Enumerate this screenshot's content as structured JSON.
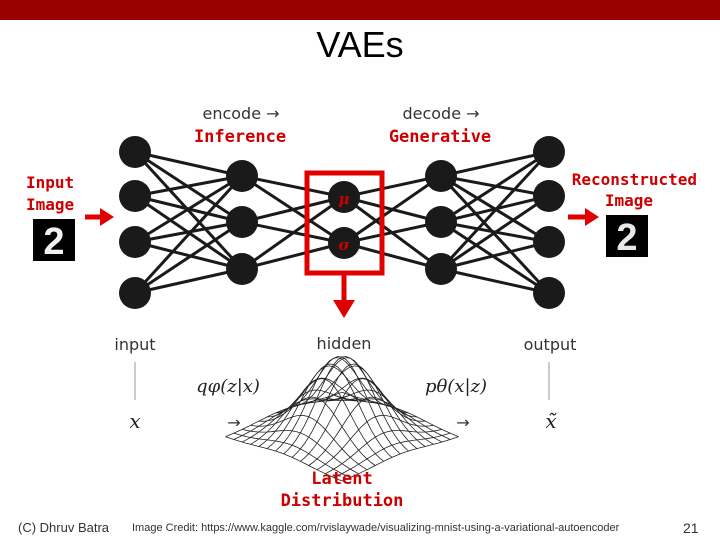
{
  "slide": {
    "title": "VAEs",
    "footer_left": "(C) Dhruv Batra",
    "footer_center": "Image Credit: https://www.kaggle.com/rvislaywade/visualizing-mnist-using-a-variational-autoencoder",
    "page_number": "21"
  },
  "diagram": {
    "encode_label": "encode →",
    "inference_label": "Inference",
    "decode_label": "decode →",
    "generative_label": "Generative",
    "input_image_label": [
      "Input",
      "Image"
    ],
    "reconstructed_label": [
      "Reconstructed",
      "Image"
    ],
    "mu_label": "μ",
    "sigma_label": "σ",
    "input_label": "input",
    "hidden_label": "hidden",
    "output_label": "output",
    "x_label": "x",
    "xtilde_label": "x̃",
    "q_label": "qφ(z|x)",
    "p_label": "pθ(x|z)",
    "arrow_glyph": "→",
    "latent_label": [
      "Latent",
      "Distribution"
    ],
    "digit_glyph": "2",
    "colors": {
      "accent_red": "#cc0000",
      "box_red": "#e00000",
      "node": "#1a1a1a",
      "topbar": "#990000"
    }
  }
}
